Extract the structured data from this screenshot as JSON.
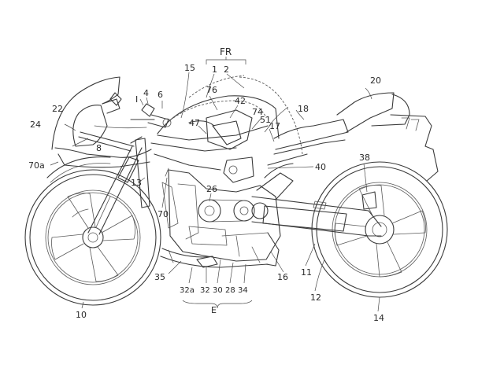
{
  "labels": {
    "fr": "FR",
    "l1": "1",
    "l2": "2",
    "l4": "4",
    "l6": "6",
    "lI": "I",
    "l8": "8",
    "l10": "10",
    "l11": "11",
    "l12": "12",
    "l13": "13",
    "l14": "14",
    "l15": "15",
    "l16": "16",
    "l17": "17",
    "l18": "18",
    "l20": "20",
    "l22": "22",
    "l24": "24",
    "l26": "26",
    "l28": "28",
    "l30": "30",
    "l32": "32",
    "l32a": "32a",
    "l34": "34",
    "l35": "35",
    "l38": "38",
    "l40": "40",
    "l42": "42",
    "l47": "47",
    "l51": "51",
    "l70": "70",
    "l70a": "70a",
    "l74": "74",
    "l76": "76",
    "lE": "E"
  }
}
